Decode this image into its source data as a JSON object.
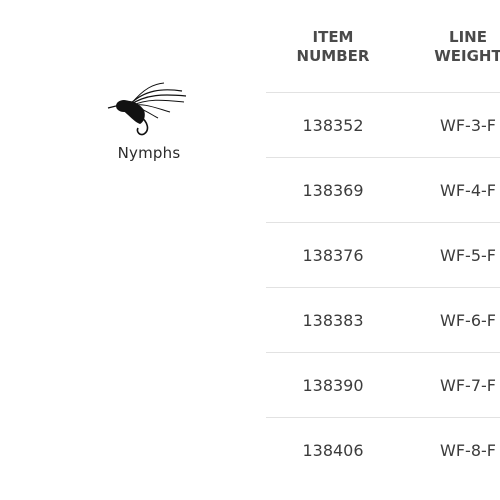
{
  "fly": {
    "label": "Nymphs",
    "icon": "nymph-fly-icon"
  },
  "table": {
    "headers": [
      [
        "ITEM",
        "NUMBER"
      ],
      [
        "LINE",
        "WEIGHT"
      ]
    ],
    "rows": [
      [
        "138352",
        "WF-3-F"
      ],
      [
        "138369",
        "WF-4-F"
      ],
      [
        "138376",
        "WF-5-F"
      ],
      [
        "138383",
        "WF-6-F"
      ],
      [
        "138390",
        "WF-7-F"
      ],
      [
        "138406",
        "WF-8-F"
      ]
    ]
  }
}
